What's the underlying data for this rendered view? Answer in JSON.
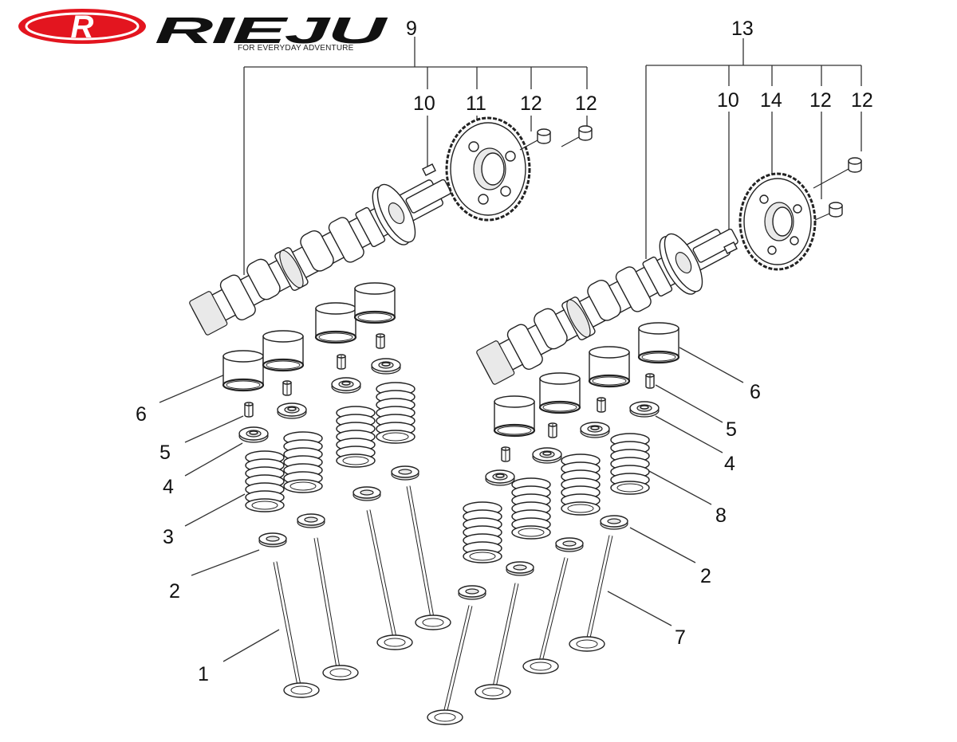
{
  "brand": {
    "logo_letter": "R",
    "name": "RIEJU",
    "tagline": "FOR EVERYDAY ADVENTURE",
    "color": "#e3151f"
  },
  "callouts": {
    "intake_camshaft_assembly": "9",
    "exhaust_camshaft_assembly": "13",
    "pin_left": "10",
    "pin_right": "10",
    "sprocket_left": "11",
    "sprocket_right": "14",
    "bolt_a": "12",
    "bolt_b": "12",
    "bolt_c": "12",
    "bolt_d": "12",
    "tappet_left": "6",
    "tappet_right": "6",
    "cotter_left": "5",
    "cotter_right": "5",
    "retainer_left": "4",
    "retainer_right": "4",
    "spring_left": "3",
    "spring_right": "8",
    "seat_left": "2",
    "seat_right": "2",
    "valve_left": "1",
    "valve_right": "7"
  }
}
